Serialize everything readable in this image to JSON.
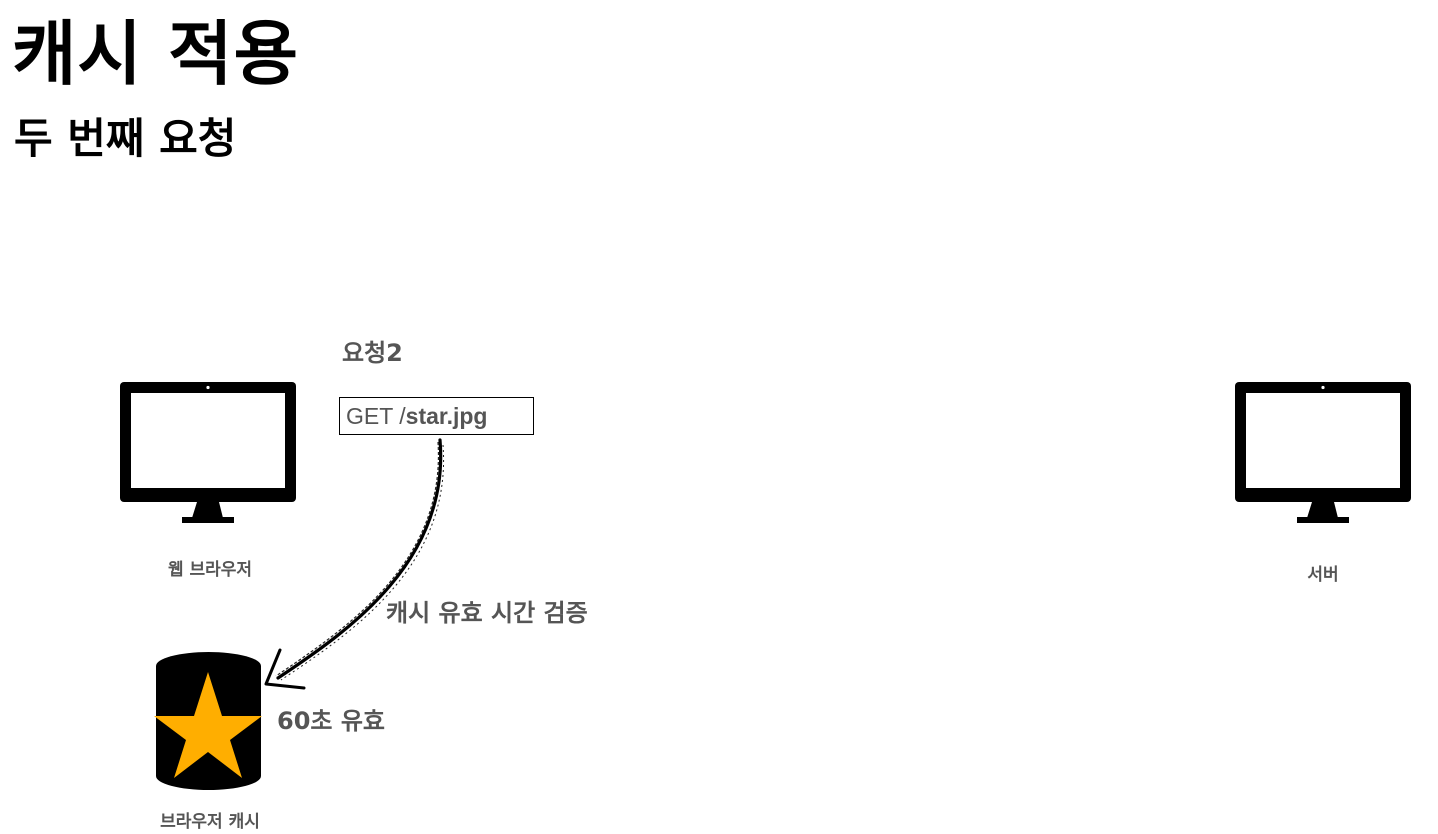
{
  "header": {
    "title": "캐시 적용",
    "subtitle": "두 번째 요청"
  },
  "request": {
    "label": "요청2",
    "method": "GET /",
    "path": "star.jpg"
  },
  "nodes": {
    "browser_label": "웹 브라우저",
    "server_label": "서버",
    "cache_label": "브라우저 캐시"
  },
  "annotations": {
    "validate": "캐시 유효 시간 검증",
    "valid_duration": "60초 유효"
  },
  "colors": {
    "monitor": "#000000",
    "star": "#FFAE00",
    "label_text": "#555555"
  },
  "icons": [
    "monitor-icon",
    "database-icon",
    "star-icon"
  ]
}
